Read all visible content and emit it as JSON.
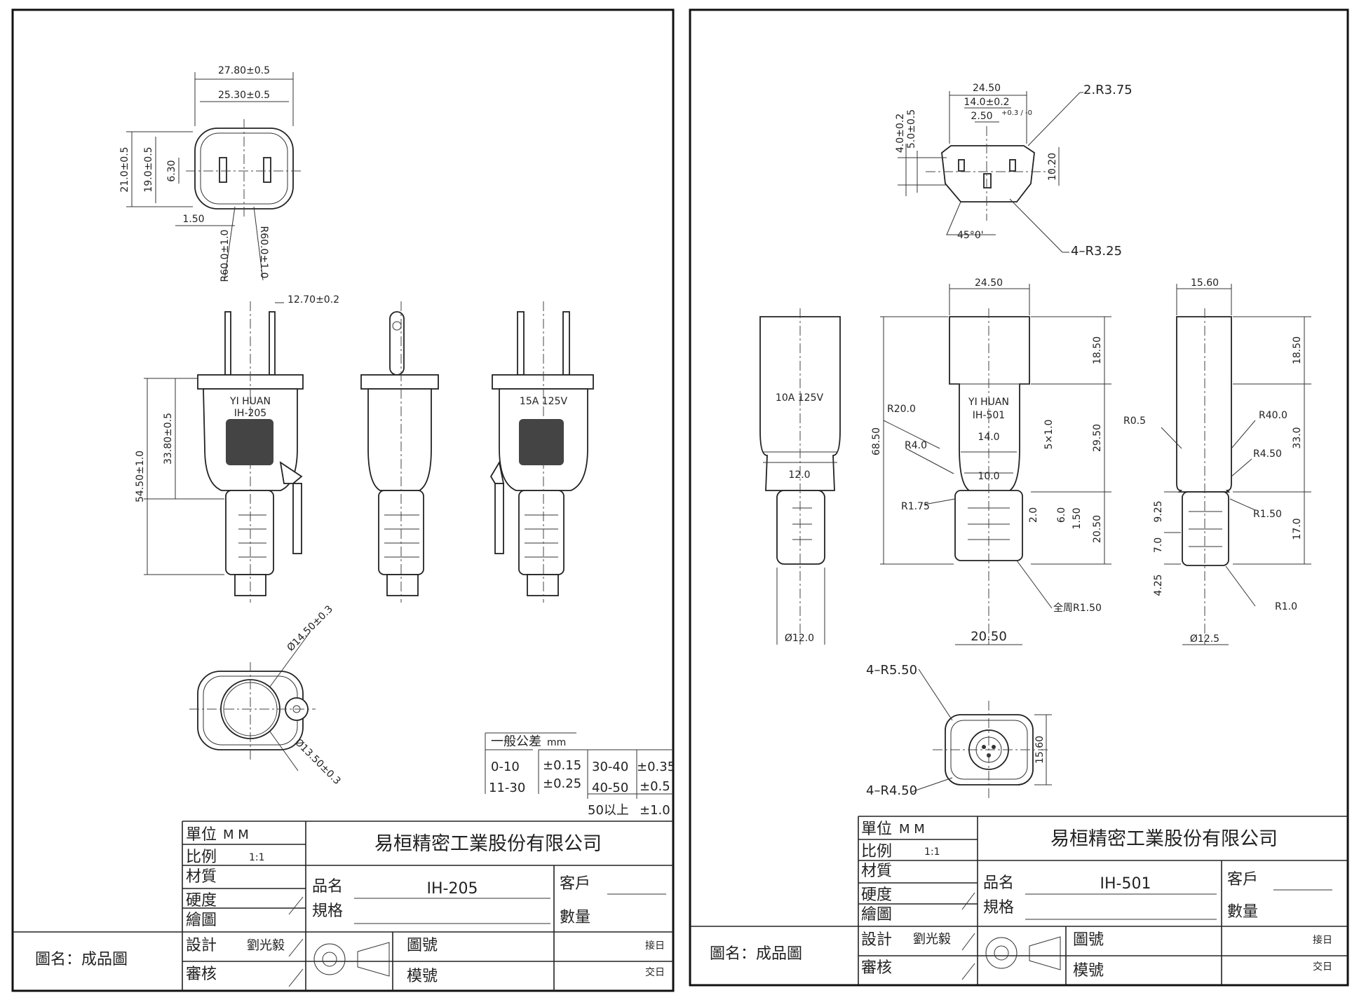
{
  "left_sheet": {
    "dims": {
      "width_outer": "27.80±0.5",
      "width_inner": "25.30±0.5",
      "height_outer": "21.0±0.5",
      "height_inner": "19.0±0.5",
      "blade_gap": "6.30",
      "blade_thk": "1.50",
      "radius_a": "R60.0±1.0",
      "radius_b": "R60.0±1.0",
      "pin_spacing": "12.70±0.2",
      "body_height": "33.80±0.5",
      "total_height": "54.50±1.0",
      "dia_outer": "Ø14.50±0.3",
      "dia_inner": "Ø13.50±0.3"
    },
    "labels": {
      "brand": "YI  HUAN",
      "model": "IH-205",
      "rating": "15A  125V"
    },
    "tolerance": {
      "title": "一般公差",
      "unit": "mm",
      "r1a": "0-10",
      "r1b": "±0.15",
      "r2a": "11-30",
      "r2b": "±0.25",
      "r3a": "30-40",
      "r3b": "±0.35",
      "r4a": "40-50",
      "r4b": "±0.5",
      "r5a": "50以上",
      "r5b": "±1.0"
    },
    "title_block": {
      "unit_label": "單位",
      "unit_value": "M   M",
      "scale_label": "比例",
      "scale_value": "1:1",
      "material_label": "材質",
      "hardness_label": "硬度",
      "drawn_label": "繪圖",
      "design_label": "設計",
      "designer": "劉光毅",
      "check_label": "審核",
      "company": "易桓精密工業股份有限公司",
      "product_label": "品名",
      "product_value": "IH-205",
      "spec_label": "規格",
      "customer_label": "客戶",
      "qty_label": "數量",
      "drawing_no_label": "圖號",
      "mold_no_label": "模號",
      "receive_label": "接日",
      "deliver_label": "交日",
      "drawing_name": "圖名：成品圖"
    }
  },
  "right_sheet": {
    "dims": {
      "top_width": "24.50",
      "top_inner": "14.0±0.2",
      "slot_w": "2.50",
      "slot_tol": "+0.3 / -0",
      "radius_corner": "2.R3.75",
      "dim_4": "4.0±0.2",
      "dim_5": "5.0±0.5",
      "dim_10": "10.20",
      "angle": "45°0'",
      "radius_4r": "4–R3.25",
      "front_width": "24.50",
      "side_width": "15.60",
      "h_1850_a": "18.50",
      "h_1850_b": "18.50",
      "h_2950": "29.50",
      "h_2050": "20.50",
      "h_6850": "68.50",
      "h_33": "33.0",
      "h_17": "17.0",
      "h_20": "2.0",
      "h_60": "6.0",
      "h_150": "1.50",
      "h_925": "9.25",
      "h_70": "7.0",
      "h_425": "4.25",
      "w_140": "14.0",
      "w_100": "10.0",
      "w_120": "12.0",
      "groove": "5×1.0",
      "r20": "R20.0",
      "r4": "R4.0",
      "r175": "R1.75",
      "r05": "R0.5",
      "r40": "R40.0",
      "r450": "R4.50",
      "r150": "R1.50",
      "r10": "R1.0",
      "full_r": "全周R1.50",
      "bottom_width": "20.50",
      "dia_12": "Ø12.0",
      "dia_125": "Ø12.5",
      "r4_550": "4–R5.50",
      "r4_450": "4–R4.50",
      "end_h": "15.60"
    },
    "labels": {
      "rating": "10A  125V",
      "brand": "YI  HUAN",
      "model": "IH-501"
    },
    "title_block": {
      "unit_label": "單位",
      "unit_value": "M   M",
      "scale_label": "比例",
      "scale_value": "1:1",
      "material_label": "材質",
      "hardness_label": "硬度",
      "drawn_label": "繪圖",
      "design_label": "設計",
      "designer": "劉光毅",
      "check_label": "審核",
      "company": "易桓精密工業股份有限公司",
      "product_label": "品名",
      "product_value": "IH-501",
      "spec_label": "規格",
      "customer_label": "客戶",
      "qty_label": "數量",
      "drawing_no_label": "圖號",
      "mold_no_label": "模號",
      "receive_label": "接日",
      "deliver_label": "交日",
      "drawing_name": "圖名：成品圖"
    }
  }
}
